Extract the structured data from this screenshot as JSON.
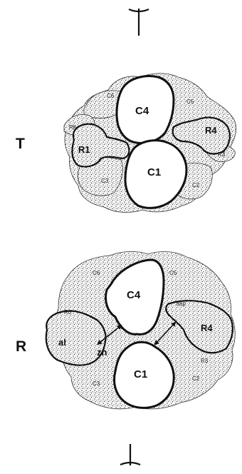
{
  "figure": {
    "t_state": {
      "label": "T",
      "subunits": {
        "c4": "C4",
        "c1": "C1",
        "r1": "R1",
        "r4": "R4",
        "c6": "C6",
        "c3": "C3",
        "c2": "C2",
        "c5": "C5",
        "r6": "R6",
        "r3": "R3"
      }
    },
    "r_state": {
      "label": "R",
      "subunits": {
        "c4": "C4",
        "c1": "C1",
        "r4": "R4",
        "al": "al",
        "zn": "zn",
        "asp": "asp",
        "c6": "C6",
        "c3": "C3",
        "c2": "C2",
        "c5": "C5",
        "r6": "R6",
        "r3": "R3"
      }
    }
  }
}
